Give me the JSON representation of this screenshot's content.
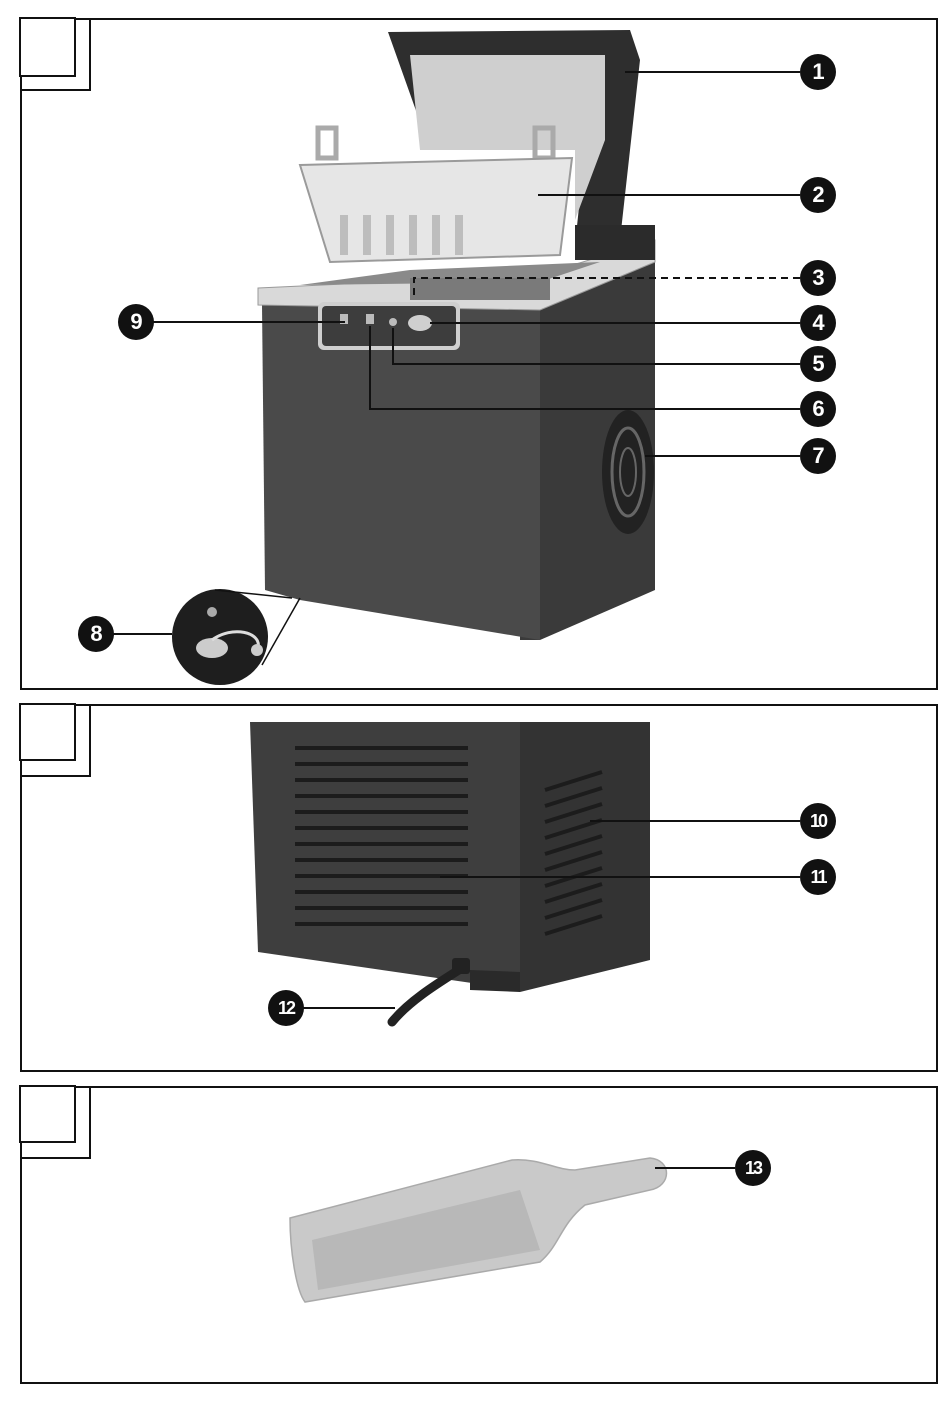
{
  "figures": [
    {
      "id": "front-view",
      "callouts": [
        {
          "label": "1",
          "part": "lid"
        },
        {
          "label": "2",
          "part": "ice-basket"
        },
        {
          "label": "3",
          "part": "water-tank"
        },
        {
          "label": "4",
          "part": "on-off-button"
        },
        {
          "label": "5",
          "part": "indicator-light"
        },
        {
          "label": "6",
          "part": "indicator-light"
        },
        {
          "label": "7",
          "part": "side-vent"
        },
        {
          "label": "8",
          "part": "drain-plug"
        },
        {
          "label": "9",
          "part": "control-panel"
        }
      ]
    },
    {
      "id": "rear-view",
      "callouts": [
        {
          "label": "10",
          "part": "side-vent"
        },
        {
          "label": "11",
          "part": "rear-vent"
        },
        {
          "label": "12",
          "part": "power-cord"
        }
      ]
    },
    {
      "id": "accessory-view",
      "callouts": [
        {
          "label": "13",
          "part": "ice-scoop"
        }
      ]
    }
  ],
  "colors": {
    "line": "#111111",
    "body": "#4a4a4a",
    "body_dark": "#2e2e2e",
    "plastic": "#d6d6d6",
    "scoop": "#c9c9c9"
  }
}
